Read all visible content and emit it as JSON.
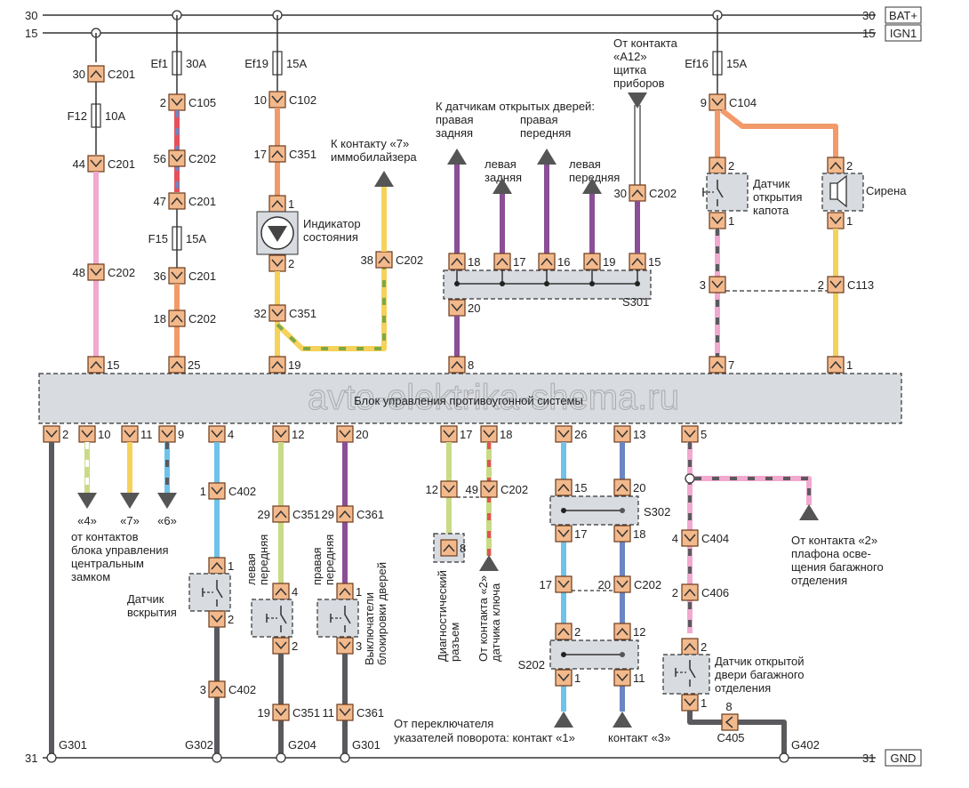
{
  "diagram": {
    "title": "Блок управления противоугонной системы",
    "watermark": "avto-elektrika-shema.ru",
    "rails": [
      {
        "num": "30",
        "tag": "BAT+"
      },
      {
        "num": "15",
        "tag": "IGN1"
      },
      {
        "num": "31",
        "tag": "GND"
      }
    ],
    "colors": {
      "connector_fill": "#f2b98c",
      "connector_stroke": "#6b3a1a",
      "block_fill": "#d8dbe0",
      "pink": "#f2a9cf",
      "red": "#e6505a",
      "orange": "#f29a6a",
      "yellow": "#f5d25a",
      "violet": "#8a4f96",
      "lightgreen": "#c9db86",
      "blue": "#6fc2ea",
      "steel": "#6b86c2",
      "gray": "#5a5a5e",
      "green": "#7ba84a"
    },
    "fuses": [
      {
        "id": "F12",
        "rating": "10A"
      },
      {
        "id": "Ef1",
        "rating": "30A"
      },
      {
        "id": "Ef19",
        "rating": "15A"
      },
      {
        "id": "F15",
        "rating": "15A"
      },
      {
        "id": "Ef16",
        "rating": "15A"
      }
    ],
    "connectors": [
      {
        "pin": "30",
        "name": "C201"
      },
      {
        "pin": "44",
        "name": "C201"
      },
      {
        "pin": "48",
        "name": "C202"
      },
      {
        "pin": "2",
        "name": "C105"
      },
      {
        "pin": "56",
        "name": "C202"
      },
      {
        "pin": "47",
        "name": "C201"
      },
      {
        "pin": "36",
        "name": "C201"
      },
      {
        "pin": "18",
        "name": "C202"
      },
      {
        "pin": "10",
        "name": "C102"
      },
      {
        "pin": "17",
        "name": "C351"
      },
      {
        "pin": "32",
        "name": "C351"
      },
      {
        "pin": "38",
        "name": "C202"
      },
      {
        "pin": "30",
        "name": "C202"
      },
      {
        "pin": "9",
        "name": "C104"
      },
      {
        "pin": "3",
        "name": ""
      },
      {
        "pin": "2",
        "name": "C113"
      },
      {
        "pin": "1",
        "name": "C402"
      },
      {
        "pin": "3",
        "name": "C402"
      },
      {
        "pin": "29",
        "name": "C351"
      },
      {
        "pin": "19",
        "name": "C351"
      },
      {
        "pin": "29",
        "name": "C361"
      },
      {
        "pin": "11",
        "name": "C361"
      },
      {
        "pin": "12",
        "name": ""
      },
      {
        "pin": "49",
        "name": "C202"
      },
      {
        "pin": "17",
        "name": ""
      },
      {
        "pin": "20",
        "name": "C202"
      },
      {
        "pin": "4",
        "name": "C404"
      },
      {
        "pin": "2",
        "name": "C406"
      },
      {
        "pin": "8",
        "name": "C405"
      }
    ],
    "ecu_top_pins": [
      "15",
      "25",
      "19",
      "8",
      "7",
      "1"
    ],
    "ecu_bottom_pins": [
      "2",
      "10",
      "11",
      "9",
      "4",
      "12",
      "20",
      "17",
      "18",
      "26",
      "13",
      "5"
    ],
    "splices": [
      {
        "id": "S301",
        "pins_top": [
          "18",
          "17",
          "16",
          "19",
          "15"
        ],
        "pin_bottom": "20"
      },
      {
        "id": "S302",
        "pins_top": [
          "15",
          "20"
        ],
        "pins_bottom": [
          "17",
          "18"
        ]
      },
      {
        "id": "S202",
        "pins_top": [
          "2",
          "12"
        ],
        "pins_bottom": [
          "1",
          "11"
        ]
      }
    ],
    "grounds": [
      "G301",
      "G302",
      "G204",
      "G301",
      "G402"
    ],
    "components": {
      "indicator": "Индикатор состояния",
      "hood_sensor": [
        "Датчик",
        "открытия",
        "капота"
      ],
      "siren": "Сирена",
      "tamper_sensor": [
        "Датчик",
        "вскрытия"
      ],
      "trunk_sensor": [
        "Датчик открытой",
        "двери багажного",
        "отделения"
      ],
      "lock_switches": [
        "Выключатели",
        "блокировки дверей"
      ],
      "left_front": [
        "левая",
        "передняя"
      ],
      "right_front": [
        "правая",
        "передняя"
      ],
      "diag": [
        "Диагностический",
        "разъем"
      ],
      "diag_pin": "8"
    },
    "annotations": {
      "immobilizer": [
        "К контакту «7»",
        "иммобилайзера"
      ],
      "a12": [
        "От контакта",
        "«A12»",
        "щитка",
        "приборов"
      ],
      "doors_header": "К датчикам открытых дверей:",
      "door_rr": [
        "правая",
        "задняя"
      ],
      "door_lr": [
        "левая",
        "задняя"
      ],
      "door_rf": [
        "правая",
        "передняя"
      ],
      "door_lf": [
        "левая",
        "передняя"
      ],
      "central_lock_pins": [
        "«4»",
        "«7»",
        "«6»"
      ],
      "central_lock": [
        "от контактов",
        "блока управления",
        "центральным",
        "замком"
      ],
      "key_sensor": [
        "От контакта «2»",
        "датчика ключа"
      ],
      "turn_switch": [
        "От переключателя",
        "указателей поворота: контакт «1»",
        "контакт «3»"
      ],
      "trunk_light": [
        "От контакта «2»",
        "плафона осве-",
        "щения багажного",
        "отделения"
      ]
    }
  }
}
